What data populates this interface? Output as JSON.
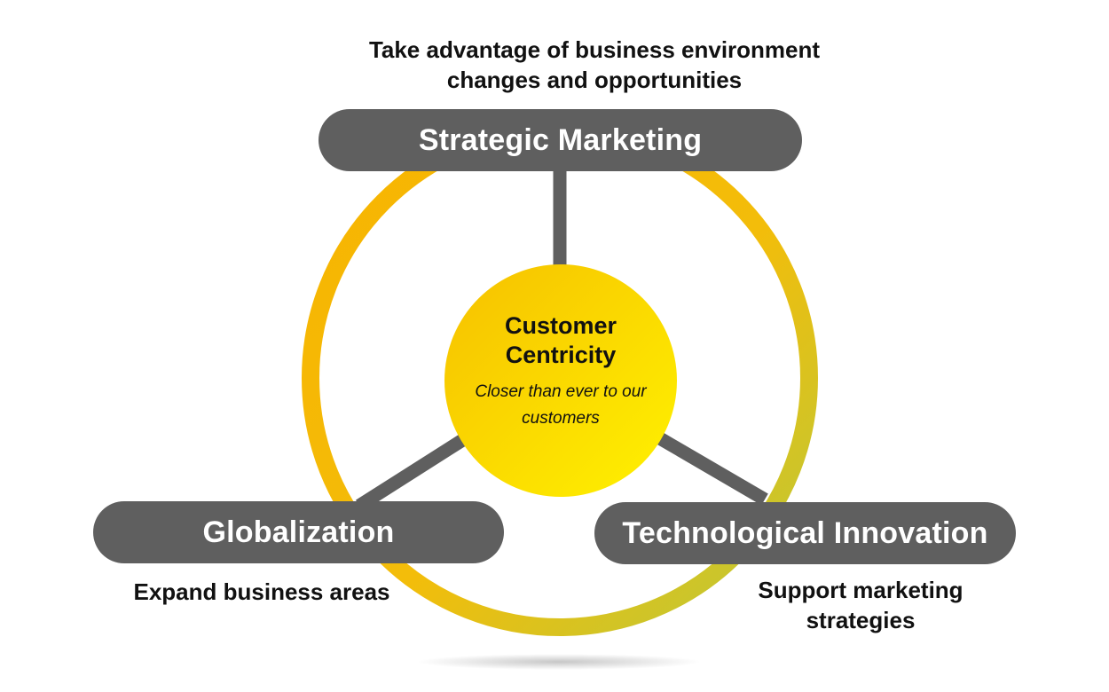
{
  "center": {
    "title": "Customer\nCentricity",
    "subtitle": "Closer than ever to our\ncustomers"
  },
  "nodes": {
    "strategic": {
      "label": "Strategic Marketing",
      "caption": "Take advantage of business environment\nchanges and opportunities"
    },
    "globalization": {
      "label": "Globalization",
      "caption": "Expand business areas"
    },
    "technology": {
      "label": "Technological Innovation",
      "caption": "Support marketing\nstrategies"
    }
  },
  "colors": {
    "pill": "#5f5f5f",
    "connector": "#5f5f5f",
    "ring_start": "#f8b400",
    "ring_end": "#b9c93a",
    "center_start": "#f6c000",
    "center_end": "#fff200"
  }
}
